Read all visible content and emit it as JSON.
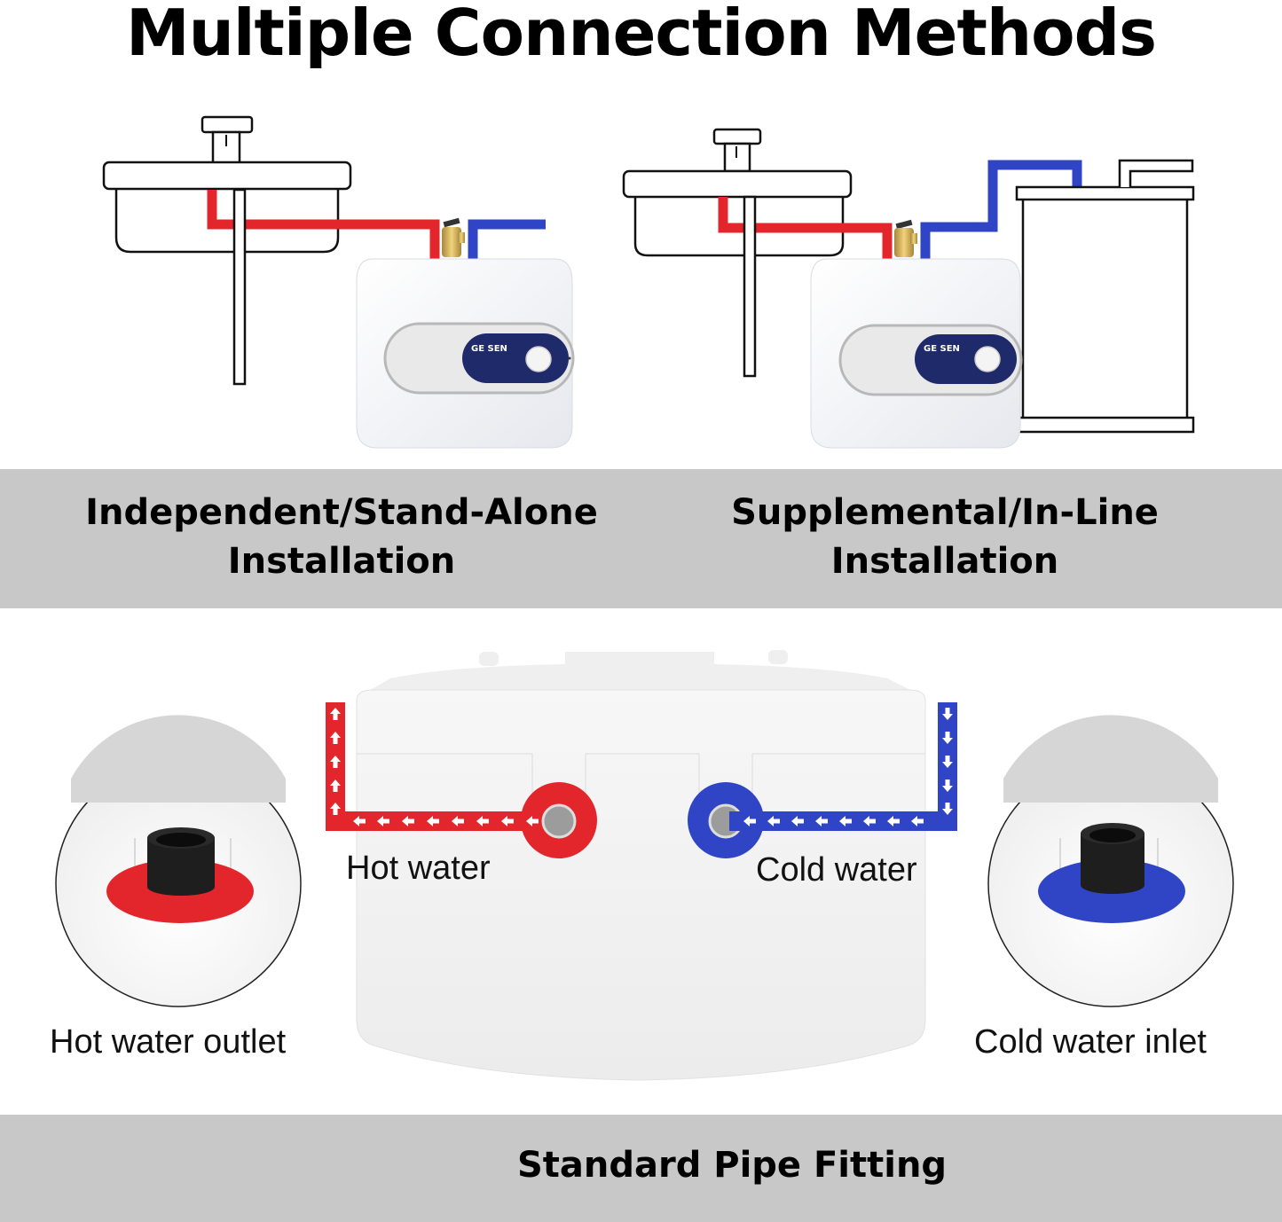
{
  "title": "Multiple Connection Methods",
  "colors": {
    "hot": "#e3262b",
    "cold": "#2f45c6",
    "band": "#c8c8c8",
    "panel": "#1f2a6b"
  },
  "installations": [
    {
      "label_line1": "Independent/Stand-Alone",
      "label_line2": "Installation",
      "brand": "GE SEN"
    },
    {
      "label_line1": "Supplemental/In-Line",
      "label_line2": "Installation",
      "brand": "GE SEN"
    }
  ],
  "pipe_fitting": {
    "hot_label": "Hot water",
    "cold_label": "Cold water",
    "hot_detail_label": "Hot water outlet",
    "cold_detail_label": "Cold water inlet",
    "section_label": "Standard Pipe Fitting"
  }
}
